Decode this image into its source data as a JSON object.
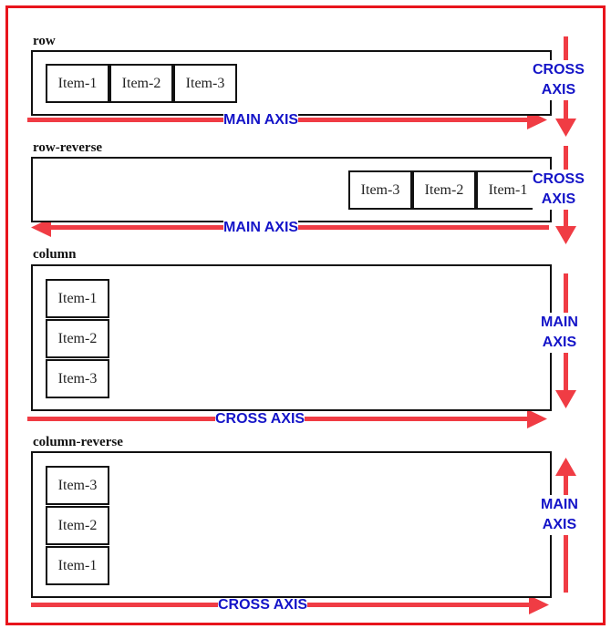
{
  "colors": {
    "border": "#e8141c",
    "arrow": "#f03c44",
    "axis_text": "#1414c8",
    "box_border": "#111111"
  },
  "sections": {
    "row": {
      "title": "row",
      "items": [
        "Item-1",
        "Item-2",
        "Item-3"
      ],
      "main_label": "MAIN AXIS",
      "cross_label_1": "CROSS",
      "cross_label_2": "AXIS"
    },
    "row_reverse": {
      "title": "row-reverse",
      "items": [
        "Item-3",
        "Item-2",
        "Item-1"
      ],
      "main_label": "MAIN AXIS",
      "cross_label_1": "CROSS",
      "cross_label_2": "AXIS"
    },
    "column": {
      "title": "column",
      "items": [
        "Item-1",
        "Item-2",
        "Item-3"
      ],
      "cross_label": "CROSS AXIS",
      "main_label_1": "MAIN",
      "main_label_2": "AXIS"
    },
    "column_reverse": {
      "title": "column-reverse",
      "items": [
        "Item-3",
        "Item-2",
        "Item-1"
      ],
      "cross_label": "CROSS AXIS",
      "main_label_1": "MAIN",
      "main_label_2": "AXIS"
    }
  }
}
